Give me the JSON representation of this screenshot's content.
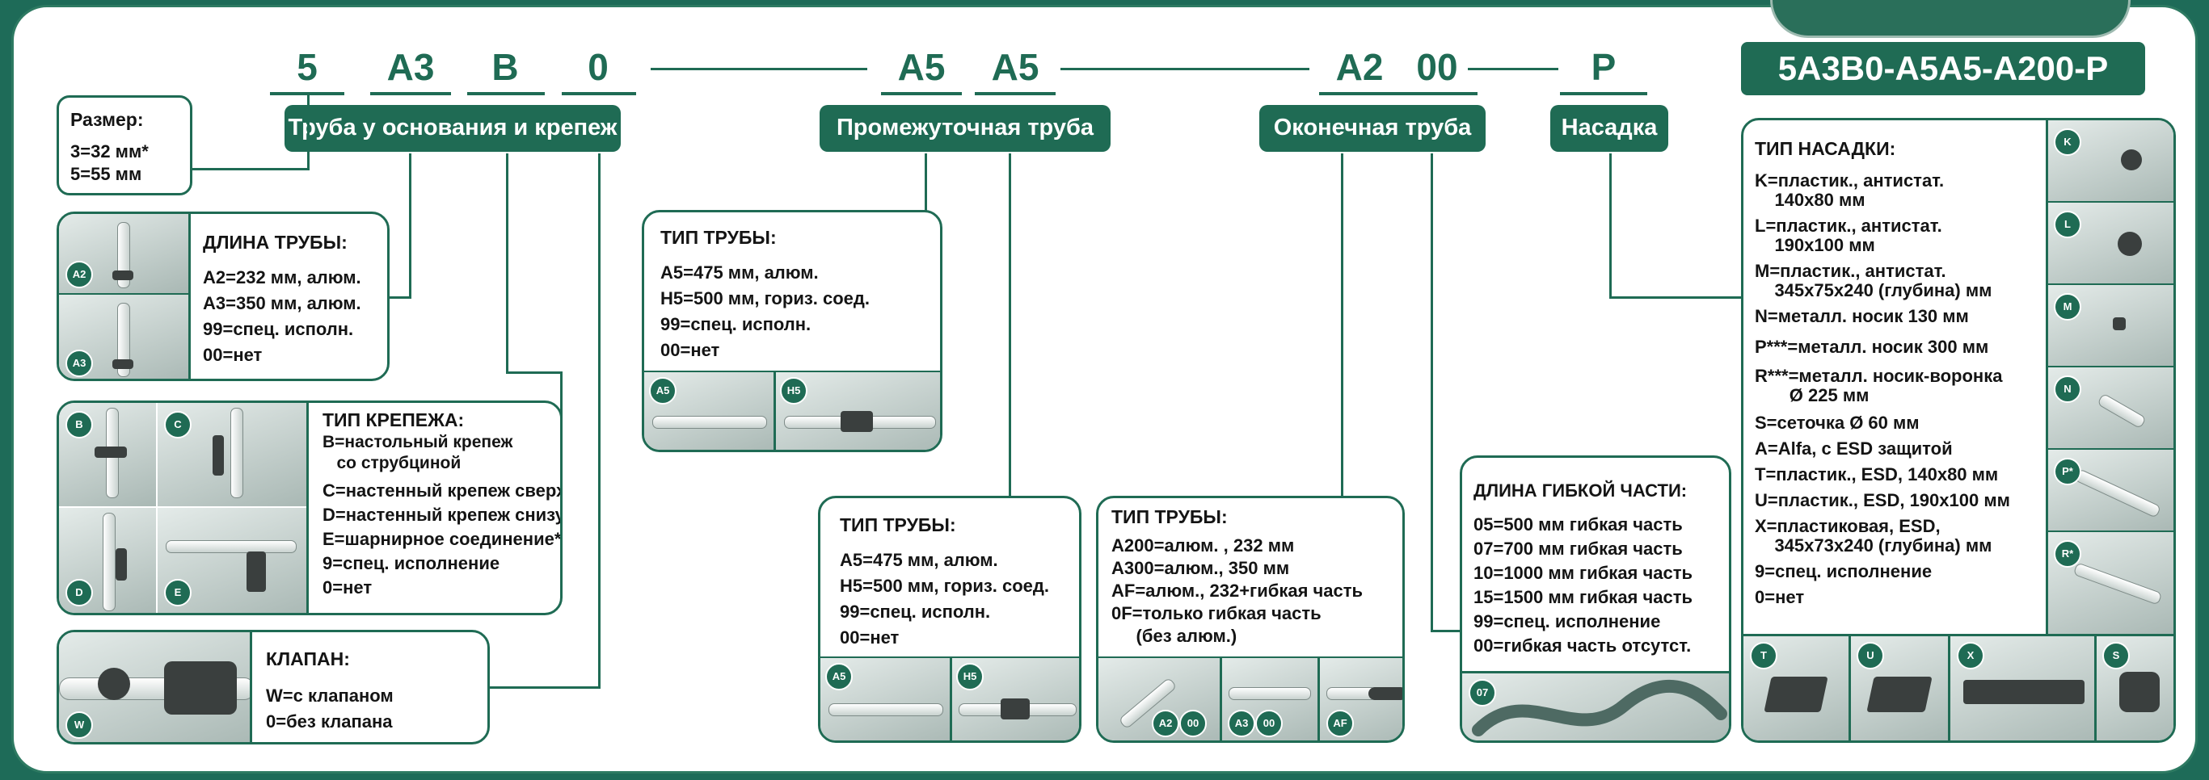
{
  "header": {
    "codes": [
      "5",
      "A3",
      "B",
      "0",
      "A5",
      "A5",
      "A2",
      "00",
      "P"
    ],
    "full_code": "5A3B0-A5A5-A200-P",
    "categories": [
      "Труба у основания и крепеж",
      "Промежуточная труба",
      "Оконечная труба",
      "Насадка"
    ]
  },
  "size_box": {
    "title": "Размер:",
    "lines": [
      "3=32 мм*",
      "5=55 мм"
    ]
  },
  "tube_length": {
    "title": "ДЛИНА ТРУБЫ:",
    "lines": [
      "A2=232 мм, алюм.",
      "A3=350 мм, алюм.",
      "99=спец. исполн.",
      "00=нет"
    ],
    "badges": [
      "A2",
      "A3"
    ]
  },
  "mount_type": {
    "title": "ТИП КРЕПЕЖА:",
    "lines": [
      "B=настольный крепеж",
      "   со струбциной",
      "C=настенный крепеж сверху",
      "D=настенный крепеж снизу",
      "E=шарнирное соединение**",
      "9=спец. исполнение",
      "0=нет"
    ],
    "badges": [
      "B",
      "C",
      "D",
      "E"
    ]
  },
  "valve": {
    "title": "КЛАПАН:",
    "lines": [
      "W=с клапаном",
      "0=без клапана"
    ],
    "badge": "W"
  },
  "mid_tube_1": {
    "title": "ТИП ТРУБЫ:",
    "lines": [
      "A5=475 мм, алюм.",
      "H5=500 мм, гориз. соед.",
      "99=спец. исполн.",
      "00=нет"
    ],
    "badges": [
      "A5",
      "H5"
    ]
  },
  "mid_tube_2": {
    "title": "ТИП ТРУБЫ:",
    "lines": [
      "A5=475 мм, алюм.",
      "H5=500 мм, гориз. соед.",
      "99=спец. исполн.",
      "00=нет"
    ],
    "badges": [
      "A5",
      "H5"
    ]
  },
  "end_tube": {
    "title": "ТИП ТРУБЫ:",
    "lines": [
      "A200=алюм. , 232 мм",
      "A300=алюм., 350 мм",
      "AF=алюм., 232+гибкая часть",
      "0F=только гибкая часть",
      "     (без алюм.)"
    ],
    "badges": [
      "A2",
      "00",
      "A3",
      "00",
      "AF"
    ]
  },
  "flex_length": {
    "title": "ДЛИНА ГИБКОЙ ЧАСТИ:",
    "lines": [
      "05=500 мм гибкая часть",
      "07=700 мм гибкая часть",
      "10=1000 мм гибкая часть",
      "15=1500 мм гибкая часть",
      "99=спец. исполнение",
      "00=гибкая часть отсутст."
    ],
    "badge": "07"
  },
  "nozzle_type": {
    "title": "ТИП НАСАДКИ:",
    "lines": [
      "K=пластик., антистат.",
      "    140x80 мм",
      "L=пластик., антистат.",
      "    190x100 мм",
      "M=пластик., антистат.",
      "    345x75x240 (глубина) мм",
      "N=металл. носик 130 мм",
      "P***=металл. носик 300 мм",
      "R***=металл. носик-воронка",
      "       Ø 225 мм",
      "S=сеточка Ø 60 мм",
      "A=Alfa, с ESD защитой",
      "T=пластик., ESD, 140x80 мм",
      "U=пластик., ESD, 190x100 мм",
      "X=пластиковая, ESD,",
      "    345x73x240 (глубина) мм",
      "9=спец. исполнение",
      "0=нет"
    ],
    "side_badges": [
      "K",
      "L",
      "M",
      "N",
      "P*",
      "R*"
    ],
    "bottom_badges": [
      "T",
      "U",
      "X",
      "S"
    ]
  }
}
